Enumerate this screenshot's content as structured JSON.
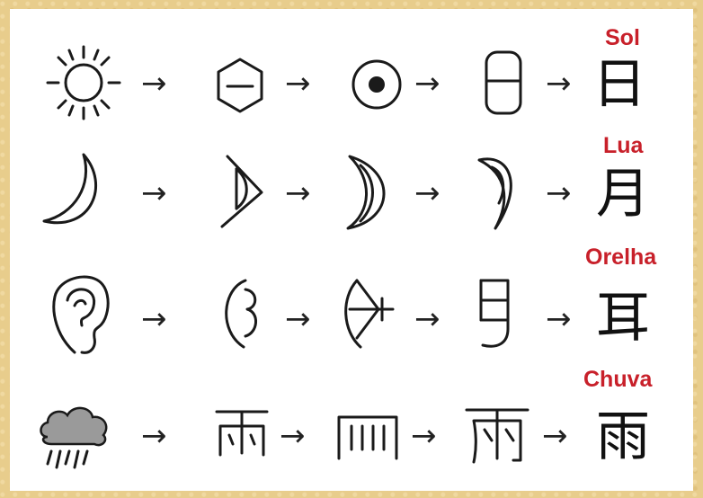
{
  "colors": {
    "label": "#c8202a",
    "ink": "#1a1a1a",
    "border": "#e8cd8c",
    "panel": "#ffffff"
  },
  "arrow_glyph": "→",
  "rows": [
    {
      "id": "sol",
      "label": "Sol",
      "character": "日",
      "stages": [
        "sun-pictograph-icon",
        "hexagon-bar-glyph-icon",
        "dot-circle-glyph-icon",
        "rounded-box-glyph-icon"
      ]
    },
    {
      "id": "lua",
      "label": "Lua",
      "character": "月",
      "stages": [
        "crescent-moon-icon",
        "arrow-moon-glyph-icon",
        "thick-crescent-glyph-icon",
        "curved-crescent-glyph-icon"
      ]
    },
    {
      "id": "orelha",
      "label": "Orelha",
      "character": "耳",
      "stages": [
        "ear-pictograph-icon",
        "ear-outline-glyph-icon",
        "ear-cross-glyph-icon",
        "ear-seal-glyph-icon"
      ]
    },
    {
      "id": "chuva",
      "label": "Chuva",
      "character": "雨",
      "stages": [
        "rain-cloud-icon",
        "rain-seal-glyph-1-icon",
        "rain-seal-glyph-2-icon",
        "rain-seal-glyph-3-icon"
      ]
    }
  ]
}
